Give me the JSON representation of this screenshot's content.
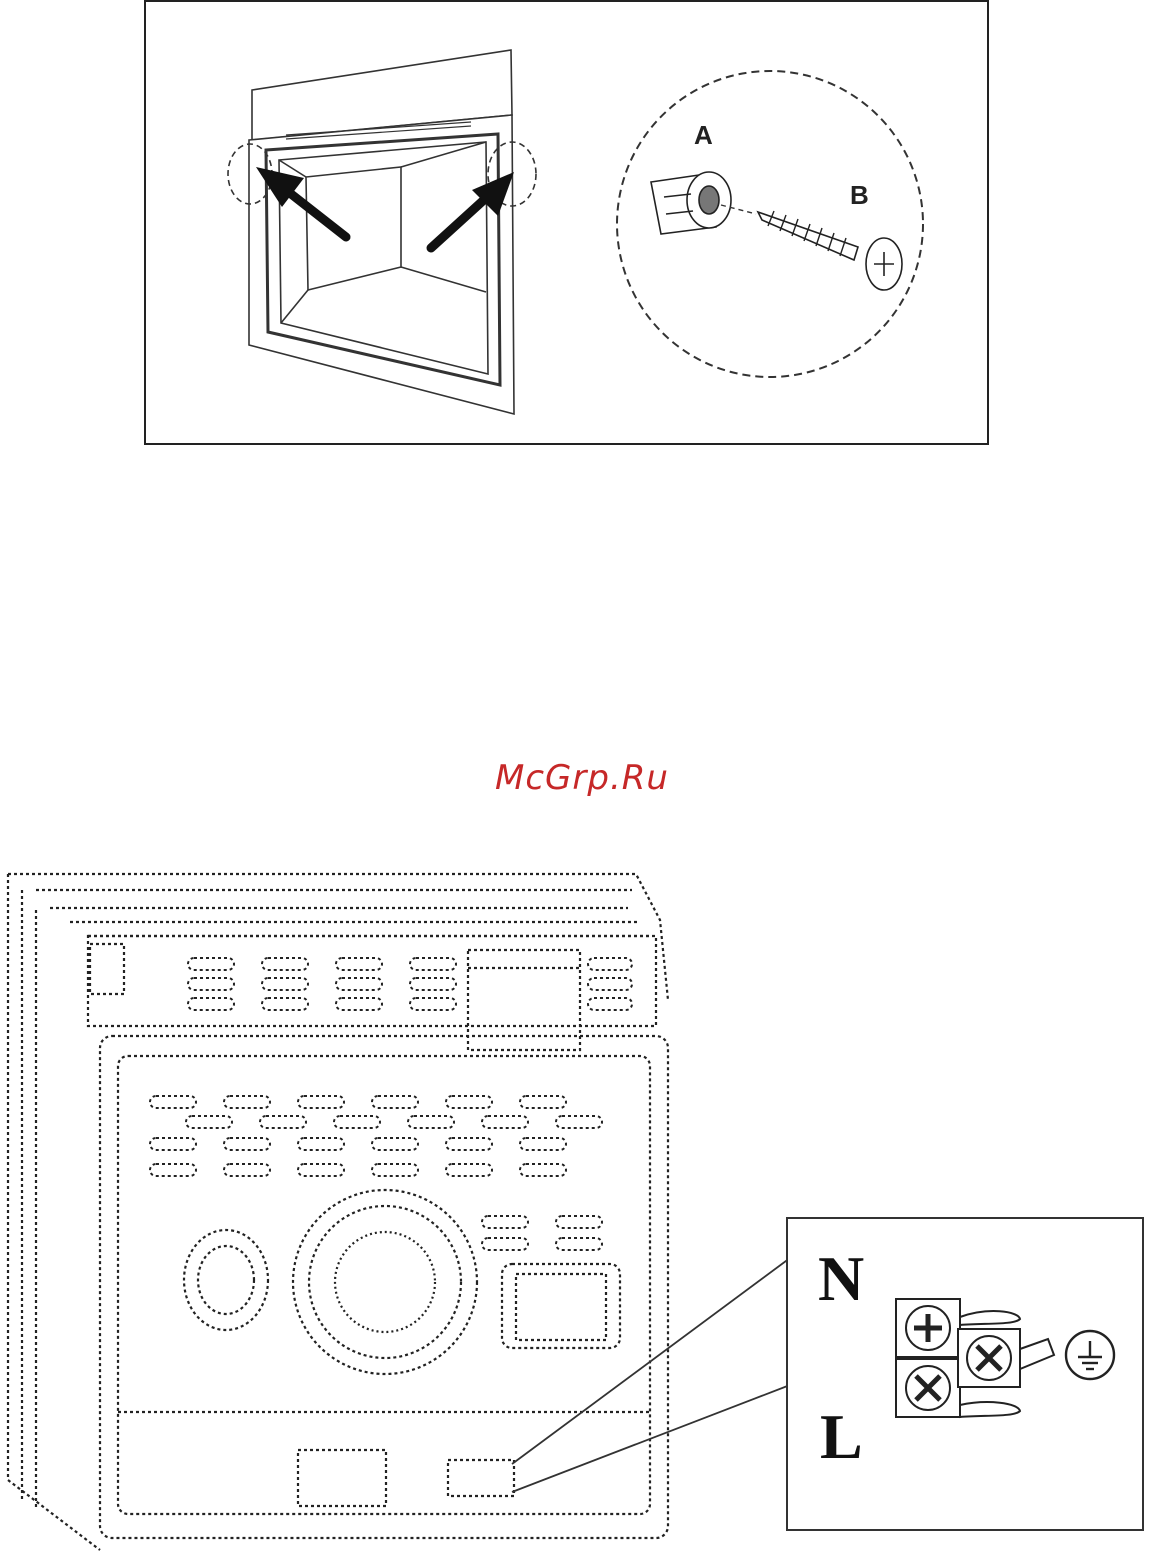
{
  "figure_installation": {
    "callouts": {
      "a": "A",
      "b": "B"
    }
  },
  "watermark": {
    "text": "McGrp.Ru",
    "color": "#c62828"
  },
  "figure_wiring": {
    "terminal_labels": {
      "neutral": "N",
      "live": "L"
    },
    "ground_symbol": "earth-ground-icon"
  }
}
